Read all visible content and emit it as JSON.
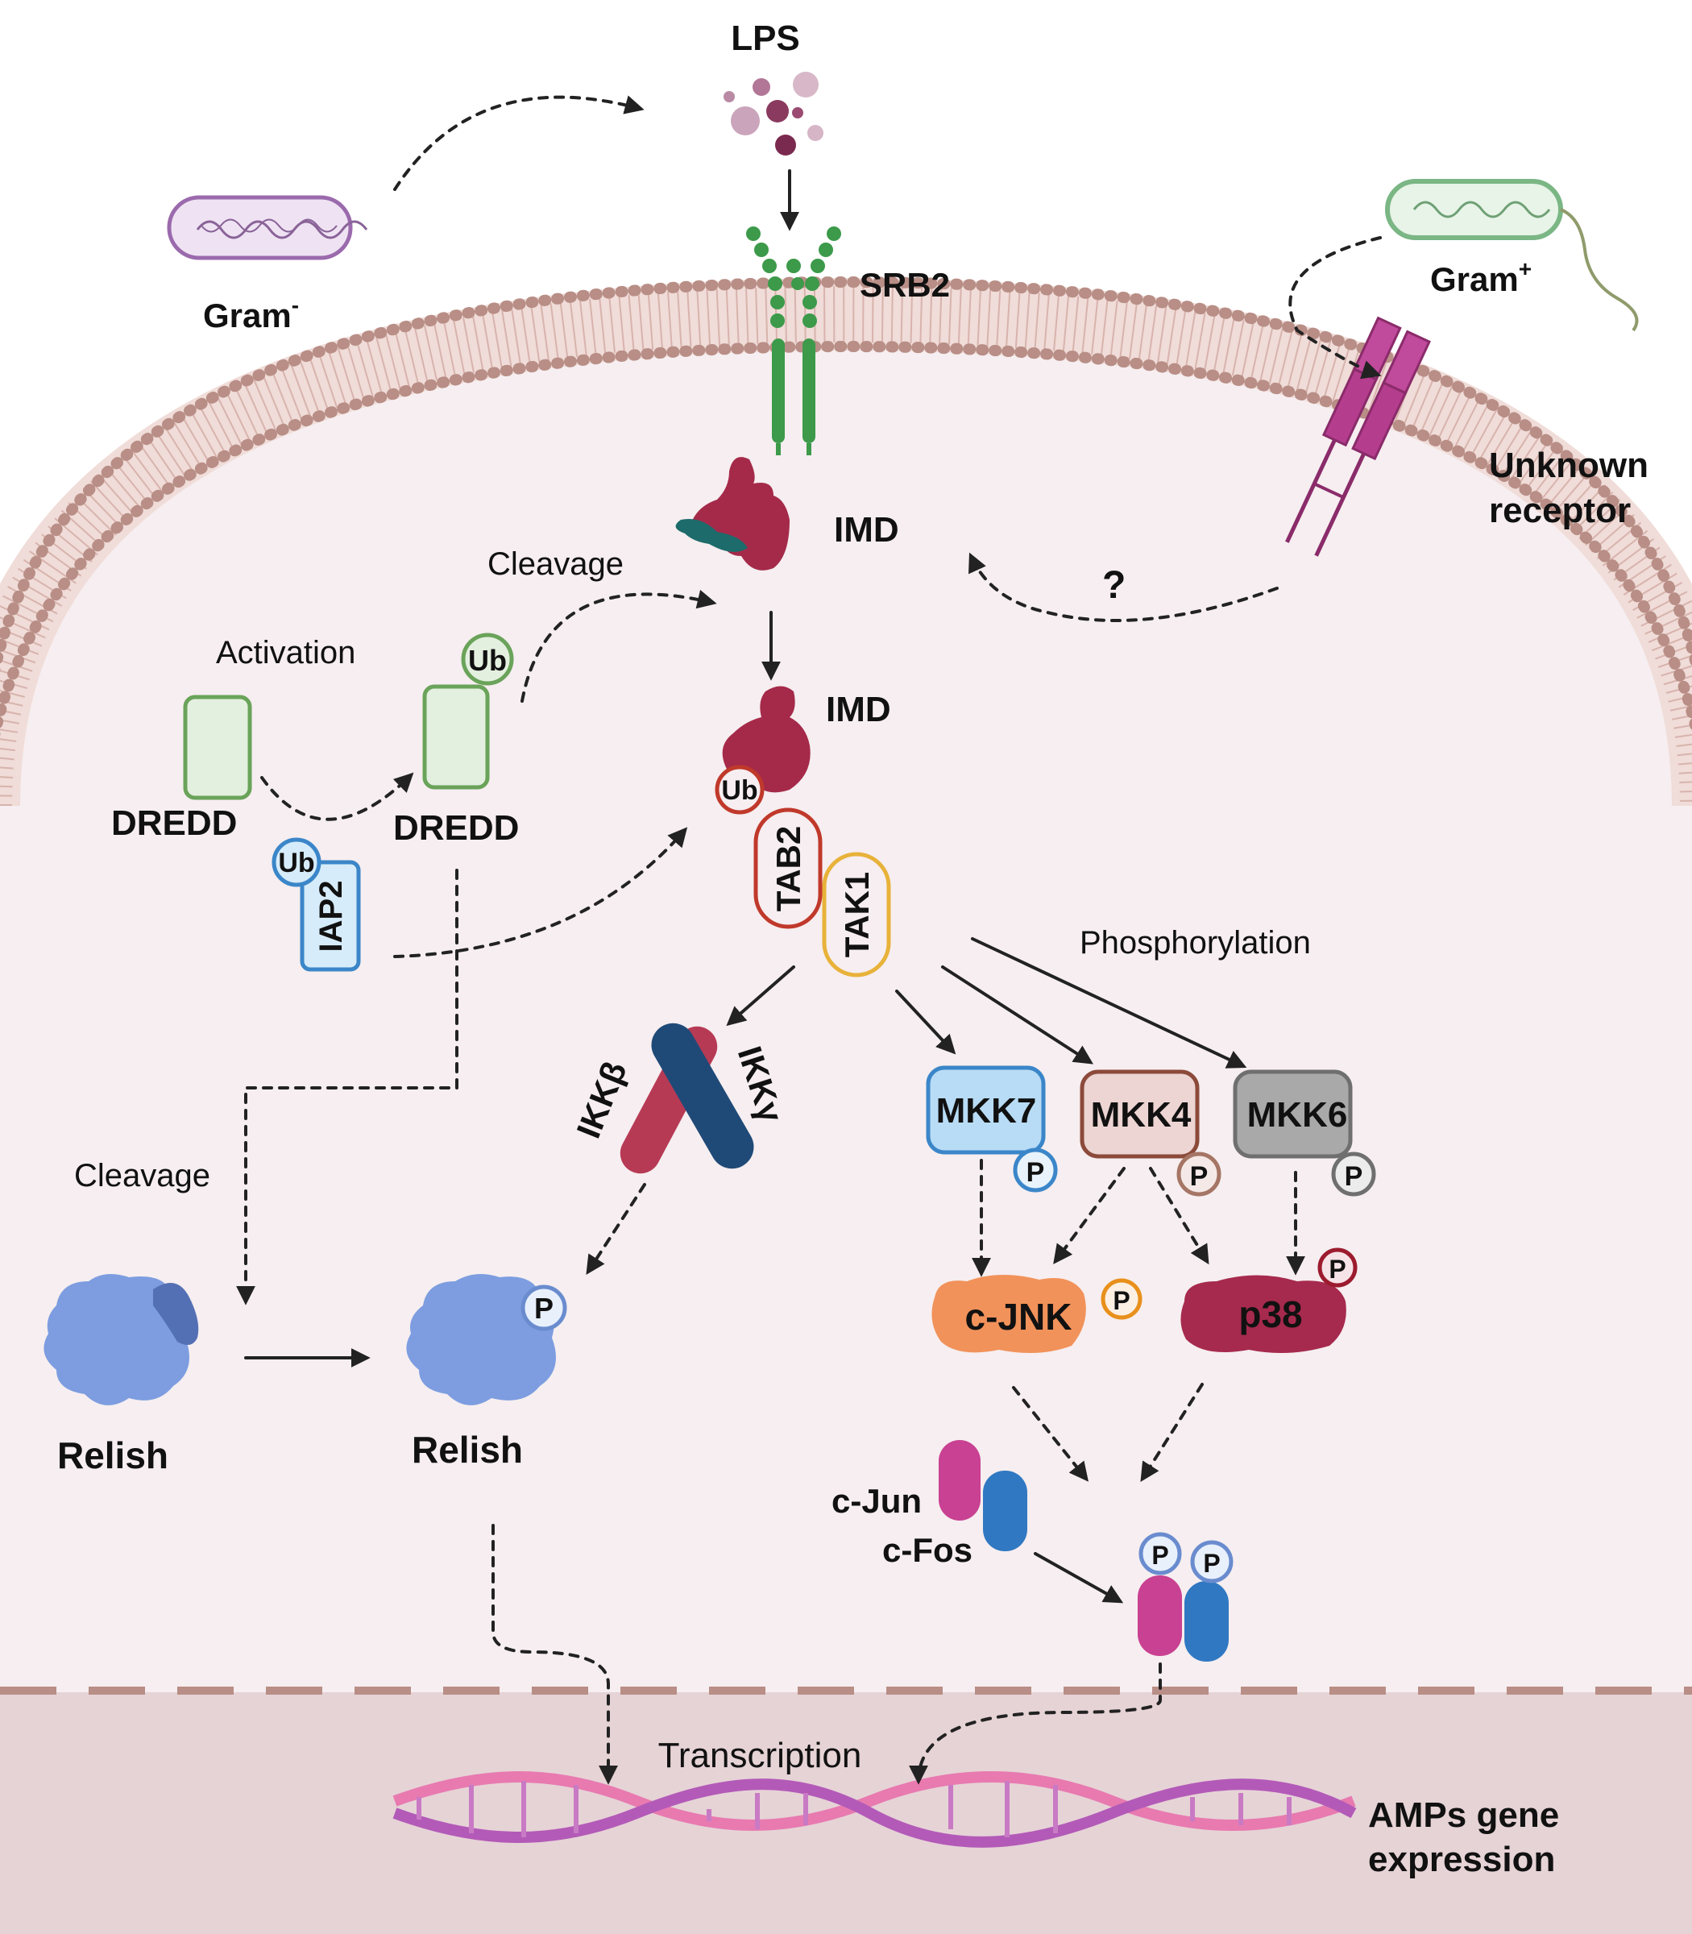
{
  "labels": {
    "lps": "LPS",
    "srb2": "SRB2",
    "gram_neg": "Gram",
    "gram_neg_sup": "-",
    "gram_pos": "Gram",
    "gram_pos_sup": "+",
    "unknown_receptor_1": "Unknown",
    "unknown_receptor_2": "receptor",
    "imd_top": "IMD",
    "imd_mid": "IMD",
    "cleavage_top": "Cleavage",
    "question": "?",
    "activation": "Activation",
    "ub_dredd": "Ub",
    "dredd_left": "DREDD",
    "dredd_right": "DREDD",
    "ub_iap2": "Ub",
    "iap2": "IAP2",
    "ub_imd": "Ub",
    "tab2": "TAB2",
    "tak1": "TAK1",
    "phosphorylation": "Phosphorylation",
    "ikkb": "IKKβ",
    "ikkg": "IKKγ",
    "mkk7": "MKK7",
    "mkk4": "MKK4",
    "mkk6": "MKK6",
    "p_mkk7": "P",
    "p_mkk4": "P",
    "p_mkk6": "P",
    "cjnk": "c-JNK",
    "p_cjnk": "P",
    "p38": "p38",
    "p_p38": "P",
    "cleavage_left": "Cleavage",
    "relish_left": "Relish",
    "relish_right": "Relish",
    "p_relish": "P",
    "cjun": "c-Jun",
    "cfos": "c-Fos",
    "p_ap1_a": "P",
    "p_ap1_b": "P",
    "transcription": "Transcription",
    "amps_1": "AMPs gene",
    "amps_2": "expression"
  },
  "colors": {
    "membrane": "#b88e86",
    "cytoplasm": "#f6eef0",
    "nucleus": "#e6d3d6",
    "imd": "#a52a4a",
    "srb2": "#3c9a4a",
    "dredd_fill": "#e4f0df",
    "dredd_stroke": "#6aa35a",
    "iap2_fill": "#d6ecfa",
    "iap2_stroke": "#3b86c9",
    "tab2": "#c0392b",
    "tak1": "#e8b23a",
    "mkk7": "#b8dcf5",
    "mkk4": "#ecd5d3",
    "mkk6": "#a9a9a9",
    "cjnk": "#f1925a",
    "p38": "#a62a4d",
    "relish": "#7d9de0",
    "cjun": "#c94192",
    "cfos": "#3078c2",
    "receptor": "#b53d8e"
  },
  "icons": [
    "gram-negative-bacterium-icon",
    "gram-positive-bacterium-icon",
    "lps-particles-icon",
    "srb2-receptor-icon",
    "unknown-receptor-icon",
    "dna-helix-icon"
  ]
}
